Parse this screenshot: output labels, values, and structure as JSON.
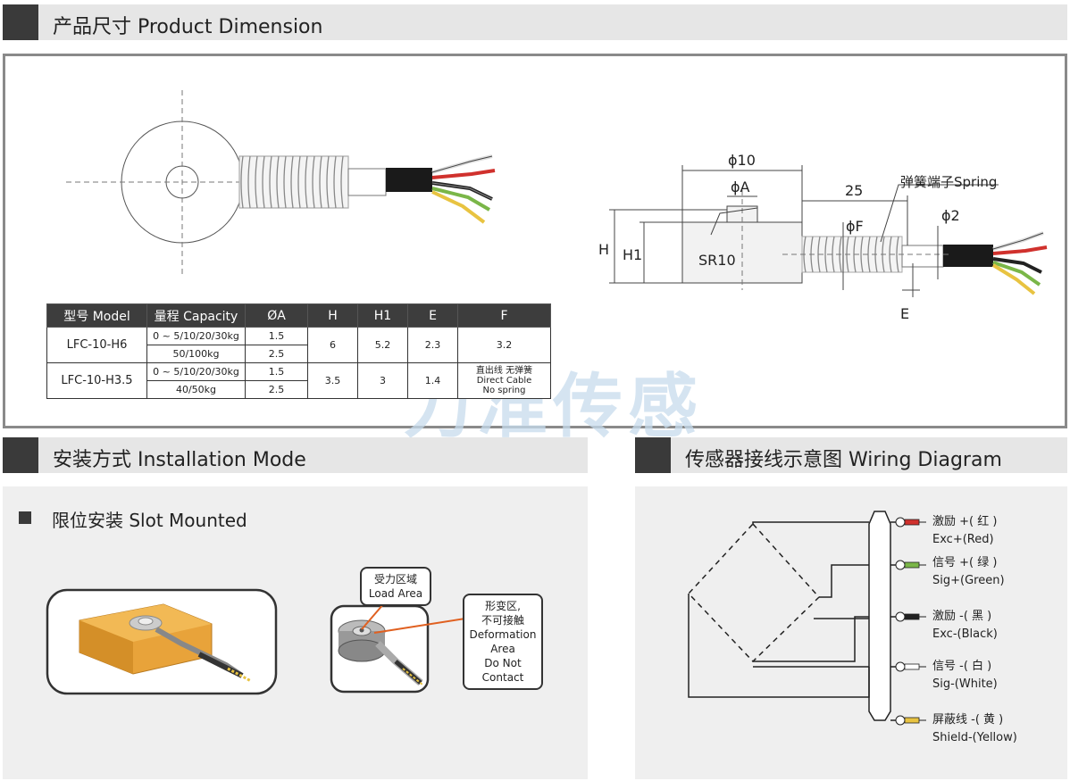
{
  "sections": {
    "dimension_title": "产品尺寸 Product Dimension",
    "installation_title": "安装方式 Installation Mode",
    "wiring_title": "传感器接线示意图  Wiring Diagram"
  },
  "drawing": {
    "phi10": "ϕ10",
    "phiA": "ϕA",
    "dim25": "25",
    "spring": "弹簧端子Spring",
    "phiF": "ϕF",
    "phi2": "ϕ2",
    "H": "H",
    "H1": "H1",
    "SR10": "SR10",
    "E": "E"
  },
  "table": {
    "headers": [
      "型号 Model",
      "量程 Capacity",
      "ØA",
      "H",
      "H1",
      "E",
      "F"
    ],
    "rows": [
      {
        "model": "LFC-10-H6",
        "cap1": "0 ~ 5/10/20/30kg",
        "a1": "1.5",
        "cap2": "50/100kg",
        "a2": "2.5",
        "h": "6",
        "h1": "5.2",
        "e": "2.3",
        "f": "3.2"
      },
      {
        "model": "LFC-10-H3.5",
        "cap1": "0 ~ 5/10/20/30kg",
        "a1": "1.5",
        "cap2": "40/50kg",
        "a2": "2.5",
        "h": "3.5",
        "h1": "3",
        "e": "1.4",
        "f_line1": "直出线 无弹簧",
        "f_line2": "Direct Cable",
        "f_line3": "No spring"
      }
    ]
  },
  "watermark": "力准传感",
  "installation": {
    "slot_title": "限位安装 Slot Mounted",
    "load_area_line1": "受力区域",
    "load_area_line2": "Load Area",
    "deform_line1": "形变区,",
    "deform_line2": "不可接触",
    "deform_line3": "Deformation",
    "deform_line4": "Area",
    "deform_line5": "Do Not",
    "deform_line6": "Contact"
  },
  "wiring": {
    "wires": [
      {
        "cn": "激励 +( 红 )",
        "en": "Exc+(Red)",
        "color": "#d0312d"
      },
      {
        "cn": "信号 +( 绿 )",
        "en": "Sig+(Green)",
        "color": "#7ab648"
      },
      {
        "cn": "激励 -( 黑 )",
        "en": "Exc-(Black)",
        "color": "#222222"
      },
      {
        "cn": "信号 -( 白 )",
        "en": "Sig-(White)",
        "color": "#dddddd"
      },
      {
        "cn": "屏蔽线 -( 黄 )",
        "en": "Shield-(Yellow)",
        "color": "#e8c341"
      }
    ]
  },
  "colors": {
    "header_marker": "#3a3a3a",
    "header_bg": "#e6e6e6",
    "table_header": "#3d3d3d",
    "sensor_orange": "#e8a33a"
  }
}
